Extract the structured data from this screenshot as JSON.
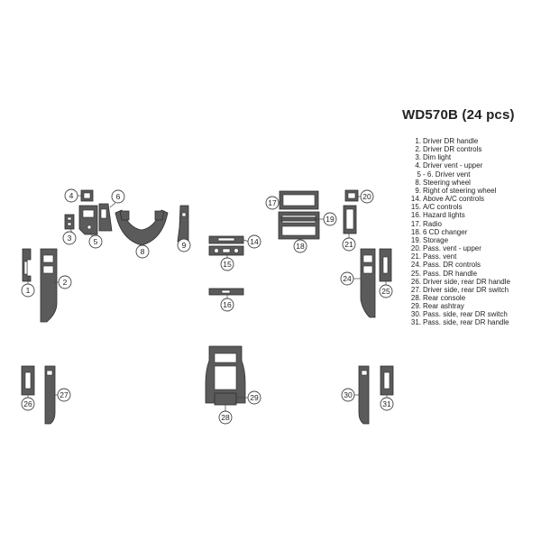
{
  "title": "WD570B (24 pcs)",
  "legend": [
    {
      "num": "1.",
      "label": "Driver DR handle"
    },
    {
      "num": "2.",
      "label": "Driver DR controls"
    },
    {
      "num": "3.",
      "label": "Dim light"
    },
    {
      "num": "4.",
      "label": "Driver vent - upper"
    },
    {
      "num": "5",
      "label": "- 6. Driver vent"
    },
    {
      "num": "8.",
      "label": "Steering wheel"
    },
    {
      "num": "9.",
      "label": "Right of steering wheel"
    },
    {
      "num": "14.",
      "label": "Above A/C controls"
    },
    {
      "num": "15.",
      "label": "A/C controls"
    },
    {
      "num": "16.",
      "label": "Hazard lights"
    },
    {
      "num": "17.",
      "label": "Radio"
    },
    {
      "num": "18.",
      "label": "6 CD changer"
    },
    {
      "num": "19.",
      "label": "Storage"
    },
    {
      "num": "20.",
      "label": "Pass. vent - upper"
    },
    {
      "num": "21.",
      "label": "Pass. vent"
    },
    {
      "num": "24.",
      "label": "Pass. DR controls"
    },
    {
      "num": "25.",
      "label": "Pass. DR handle"
    },
    {
      "num": "26.",
      "label": "Driver side, rear DR handle"
    },
    {
      "num": "27.",
      "label": "Driver side, rear DR switch"
    },
    {
      "num": "28.",
      "label": "Rear console"
    },
    {
      "num": "29.",
      "label": "Rear ashtray"
    },
    {
      "num": "30.",
      "label": "Pass. side, rear DR switch"
    },
    {
      "num": "31.",
      "label": "Pass. side, rear DR handle"
    }
  ],
  "callouts": {
    "c1": "1",
    "c2": "2",
    "c3": "3",
    "c4": "4",
    "c5": "5",
    "c6": "6",
    "c8": "8",
    "c9": "9",
    "c14": "14",
    "c15": "15",
    "c16": "16",
    "c17": "17",
    "c18": "18",
    "c19": "19",
    "c20": "20",
    "c21": "21",
    "c24": "24",
    "c25": "25",
    "c26": "26",
    "c27": "27",
    "c28": "28",
    "c29": "29",
    "c30": "30",
    "c31": "31"
  },
  "colors": {
    "part_fill": "#5b5b5b",
    "outline": "#2e2e2e",
    "background": "#ffffff"
  }
}
